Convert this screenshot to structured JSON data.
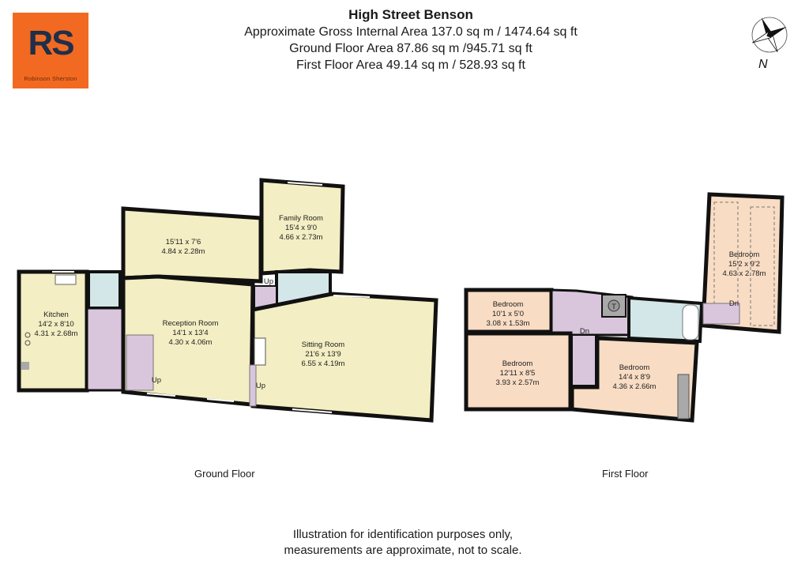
{
  "logo": {
    "monogram": "RS",
    "company": "Robinson Sherston",
    "background": "#f26a21",
    "foreground": "#1f2f4a"
  },
  "header": {
    "title": "High Street Benson",
    "gross_area": "Approximate Gross Internal Area 137.0 sq m / 1474.64 sq ft",
    "ground_area": "Ground Floor Area 87.86 sq m /945.71 sq ft",
    "first_area": "First Floor Area 49.14 sq m / 528.93 sq ft"
  },
  "compass": {
    "icon": "compass-rose-icon",
    "north_label": "N"
  },
  "ground_floor": {
    "label": "Ground Floor",
    "rooms": [
      {
        "name": "Kitchen",
        "imperial": "14'2 x 8'10",
        "metric": "4.31 x 2.68m"
      },
      {
        "name": "",
        "imperial": "15'11 x 7'6",
        "metric": "4.84 x 2.28m"
      },
      {
        "name": "Family Room",
        "imperial": "15'4 x 9'0",
        "metric": "4.66 x 2.73m"
      },
      {
        "name": "Reception Room",
        "imperial": "14'1 x 13'4",
        "metric": "4.30 x 4.06m"
      },
      {
        "name": "Sitting Room",
        "imperial": "21'6 x 13'9",
        "metric": "6.55 x 4.19m"
      }
    ],
    "stairs": [
      "Up",
      "Up",
      "Up"
    ]
  },
  "first_floor": {
    "label": "First Floor",
    "rooms": [
      {
        "name": "Bedroom",
        "imperial": "10'1 x 5'0",
        "metric": "3.08 x 1.53m"
      },
      {
        "name": "Bedroom",
        "imperial": "12'11 x 8'5",
        "metric": "3.93 x 2.57m"
      },
      {
        "name": "Bedroom",
        "imperial": "14'4 x 8'9",
        "metric": "4.36 x 2.66m"
      },
      {
        "name": "Bedroom",
        "imperial": "15'2 x 9'2",
        "metric": "4.63 x 2.78m"
      }
    ],
    "stairs": [
      "Dn",
      "Dn"
    ],
    "tank_label": "T"
  },
  "colors": {
    "room_ground": "#f3eec3",
    "room_first": "#f8dcc4",
    "hall": "#d9c6dd",
    "bath": "#d3e6e8",
    "wall": "#111111",
    "cupboard": "#a9a9a9"
  },
  "footer": {
    "line1": "Illustration for identification purposes only,",
    "line2": "measurements are approximate, not to scale."
  }
}
